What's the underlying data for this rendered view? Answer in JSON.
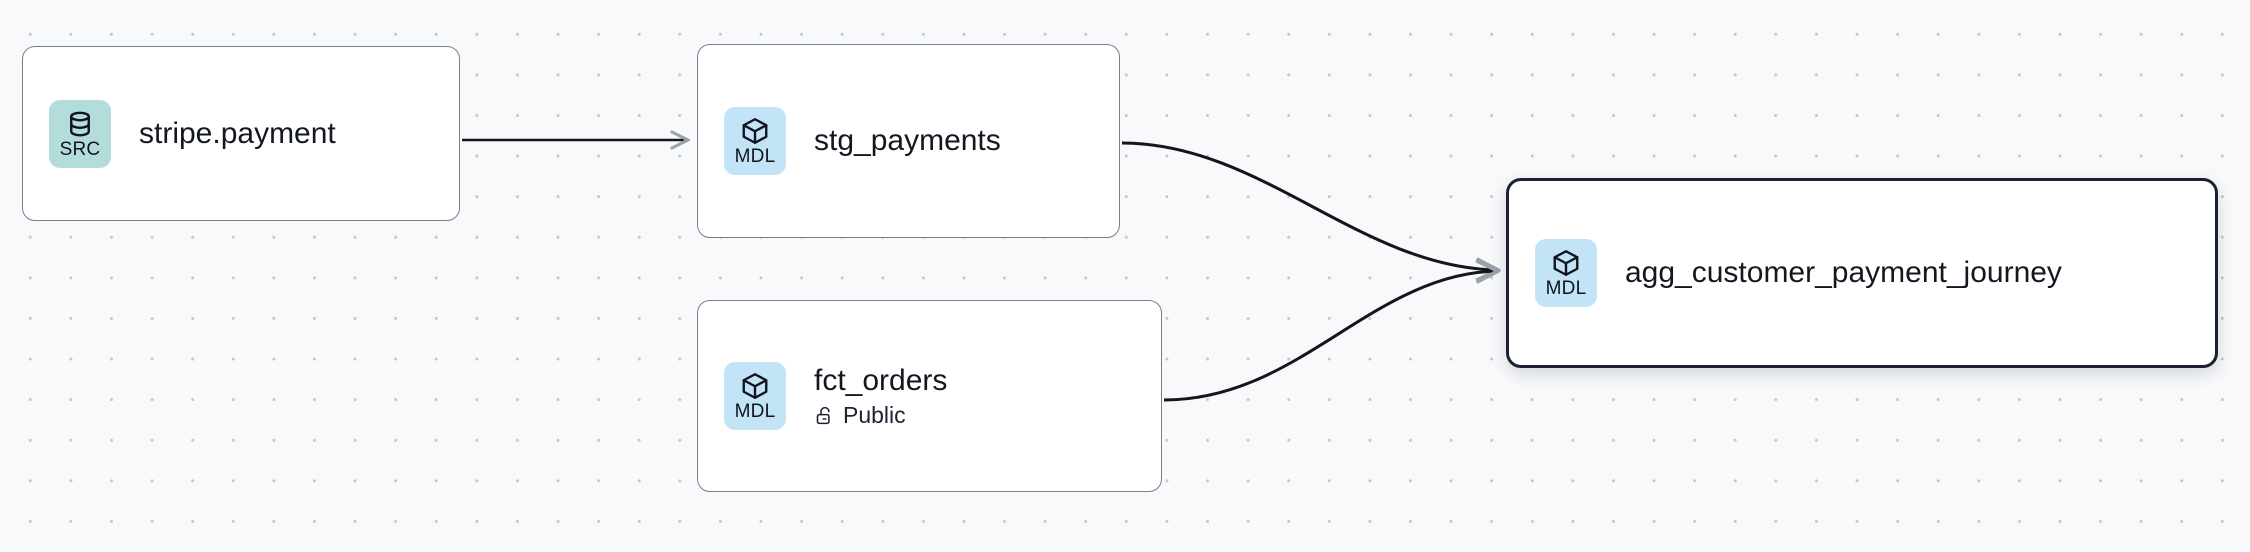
{
  "canvas": {
    "background_color": "#f7f9fb",
    "dot_grid_color": "#c2c6cf",
    "type": "lineage-graph"
  },
  "graph": {
    "nodes": [
      {
        "id": "stripe-payment",
        "title": "stripe.payment",
        "badge_label": "SRC",
        "badge_icon": "database-icon",
        "badge_color": "#b2ddda",
        "selected": false,
        "subtitle": null,
        "subtitle_icon": null
      },
      {
        "id": "stg-payments",
        "title": "stg_payments",
        "badge_label": "MDL",
        "badge_icon": "cube-icon",
        "badge_color": "#c3e3f7",
        "selected": false,
        "subtitle": null,
        "subtitle_icon": null
      },
      {
        "id": "fct-orders",
        "title": "fct_orders",
        "badge_label": "MDL",
        "badge_icon": "cube-icon",
        "badge_color": "#c3e3f7",
        "selected": false,
        "subtitle": "Public",
        "subtitle_icon": "unlock-icon"
      },
      {
        "id": "agg-customer-payment-journey",
        "title": "agg_customer_payment_journey",
        "badge_label": "MDL",
        "badge_icon": "cube-icon",
        "badge_color": "#c3e3f7",
        "selected": true,
        "subtitle": null,
        "subtitle_icon": null
      }
    ],
    "edges": [
      {
        "id": "edge-stripe-to-stg",
        "from": "stripe-payment",
        "to": "stg-payments",
        "style": "straight",
        "color": "#14161c"
      },
      {
        "id": "edge-stg-to-agg",
        "from": "stg-payments",
        "to": "agg-customer-payment-journey",
        "style": "bezier",
        "color": "#14161c"
      },
      {
        "id": "edge-fct-to-agg",
        "from": "fct-orders",
        "to": "agg-customer-payment-journey",
        "style": "bezier",
        "color": "#14161c"
      }
    ],
    "edge_arrow_color": "#9aa1ad",
    "node_border_color": "#77808f",
    "selected_border_color": "#1b2133"
  }
}
